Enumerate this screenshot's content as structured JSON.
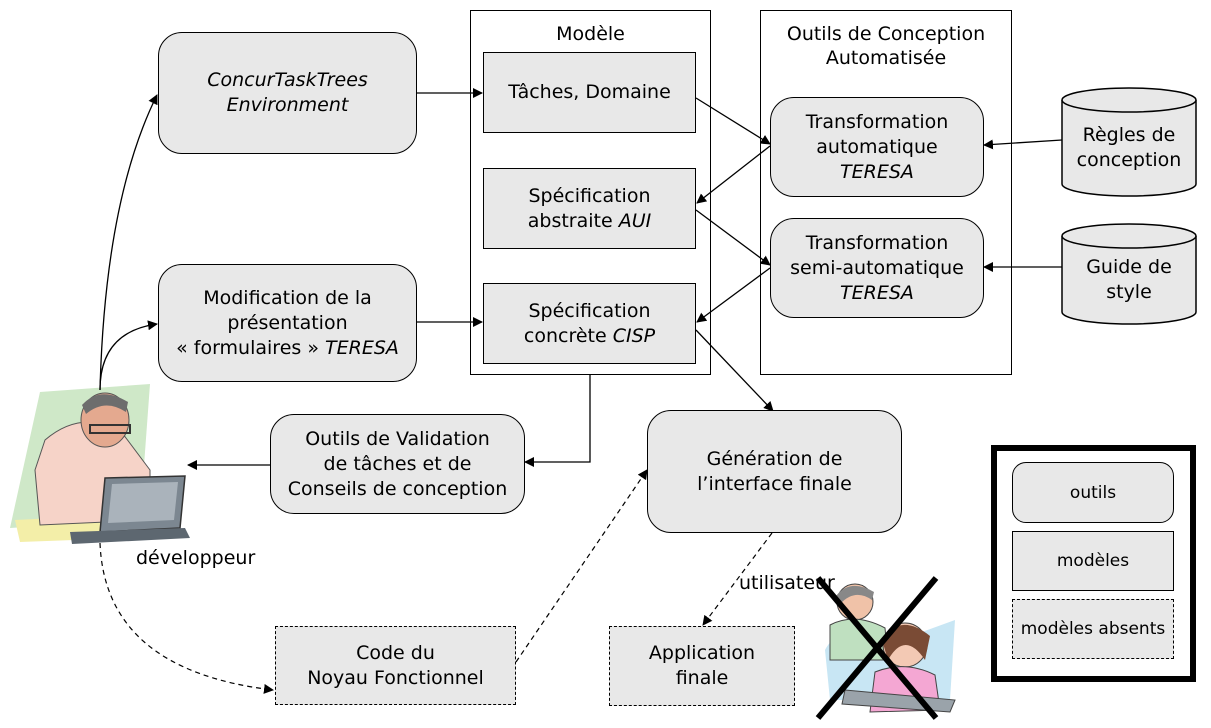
{
  "model_panel": {
    "title": "Modèle"
  },
  "tools_panel": {
    "title_line1": "Outils de Conception",
    "title_line2": "Automatisée"
  },
  "nodes": {
    "ctt": {
      "line1": "ConcurTaskTrees",
      "line2": "Environment"
    },
    "modif": {
      "line1": "Modification de la",
      "line2": "présentation",
      "line3_a": "« formulaires » ",
      "line3_b": "TERESA"
    },
    "taches": {
      "line1": "Tâches, Domaine"
    },
    "aui": {
      "line1": "Spécification",
      "line2_a": "abstraite ",
      "line2_b": "AUI"
    },
    "cisp": {
      "line1": "Spécification",
      "line2_a": "concrète ",
      "line2_b": "CISP"
    },
    "transfo_auto": {
      "line1": "Transformation",
      "line2": "automatique",
      "line3": "TERESA"
    },
    "transfo_semi": {
      "line1": "Transformation",
      "line2": "semi-automatique",
      "line3": "TERESA"
    },
    "regles": {
      "line1": "Règles de",
      "line2": "conception"
    },
    "guide": {
      "line1": "Guide de",
      "line2": "style"
    },
    "validation": {
      "line1": "Outils de Validation",
      "line2": "de tâches et de",
      "line3": "Conseils de conception"
    },
    "generation": {
      "line1": "Génération de",
      "line2": "l’interface finale"
    },
    "noyau": {
      "line1": "Code du",
      "line2": "Noyau Fonctionnel"
    },
    "application": {
      "line1": "Application",
      "line2": "finale"
    }
  },
  "labels": {
    "developer": "développeur",
    "user": "utilisateur"
  },
  "legend": {
    "tools": "outils",
    "models": "modèles",
    "absent_models": "modèles absents"
  },
  "icons": {
    "developer": "developer-laptop-icon",
    "user": "crossed-out-users-icon"
  },
  "colors": {
    "box_fill": "#e8e8e8",
    "stroke": "#000000"
  }
}
